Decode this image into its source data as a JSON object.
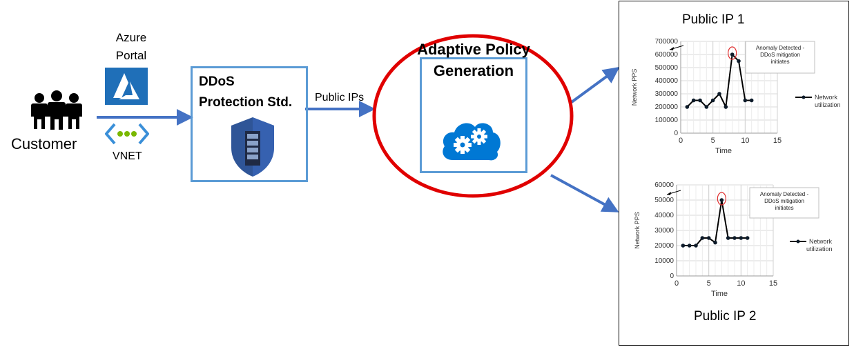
{
  "customer": {
    "label": "Customer"
  },
  "inputs": {
    "portal_label": "Azure Portal",
    "vnet_label": "VNET"
  },
  "ddos": {
    "title": "DDoS Protection Std."
  },
  "flow": {
    "public_ips_label": "Public IPs"
  },
  "adaptive": {
    "title": "Adaptive Policy Generation"
  },
  "colors": {
    "accent_blue": "#4472c4",
    "box_border": "#5b9bd5",
    "highlight_red": "#e00000",
    "cloud_blue": "#0078d4"
  },
  "chart_data": [
    {
      "type": "line",
      "title": "Public IP 1",
      "xlabel": "Time",
      "ylabel": "Network PPS",
      "xlim": [
        0,
        15
      ],
      "ylim": [
        0,
        700000
      ],
      "xticks": [
        0,
        5,
        10,
        15
      ],
      "yticks": [
        0,
        100000,
        200000,
        300000,
        400000,
        500000,
        600000,
        700000
      ],
      "grid": true,
      "legend": "right",
      "series": [
        {
          "name": "Network utilization",
          "x": [
            1,
            2,
            3,
            4,
            5,
            6,
            7,
            8,
            9,
            10,
            11
          ],
          "y": [
            200000,
            250000,
            250000,
            200000,
            250000,
            300000,
            200000,
            600000,
            550000,
            250000,
            250000
          ]
        }
      ],
      "annotation": {
        "text_line1": "Anomaly Detected -",
        "text_line2": "DDoS mitigation",
        "text_line3": "initiates",
        "x": 8,
        "y": 600000
      }
    },
    {
      "type": "line",
      "title": "Public IP 2",
      "xlabel": "Time",
      "ylabel": "Network PPS",
      "xlim": [
        0,
        15
      ],
      "ylim": [
        0,
        60000
      ],
      "xticks": [
        0,
        5,
        10,
        15
      ],
      "yticks": [
        0,
        10000,
        20000,
        30000,
        40000,
        50000,
        60000
      ],
      "grid": true,
      "legend": "right",
      "series": [
        {
          "name": "Network utilization",
          "x": [
            1,
            2,
            3,
            4,
            5,
            6,
            7,
            8,
            9,
            10,
            11
          ],
          "y": [
            20000,
            20000,
            20000,
            25000,
            25000,
            22000,
            50000,
            25000,
            25000,
            25000,
            25000
          ]
        }
      ],
      "annotation": {
        "text_line1": "Anomaly Detected -",
        "text_line2": "DDoS mitigation",
        "text_line3": "initiates",
        "x": 7,
        "y": 50000
      }
    }
  ]
}
